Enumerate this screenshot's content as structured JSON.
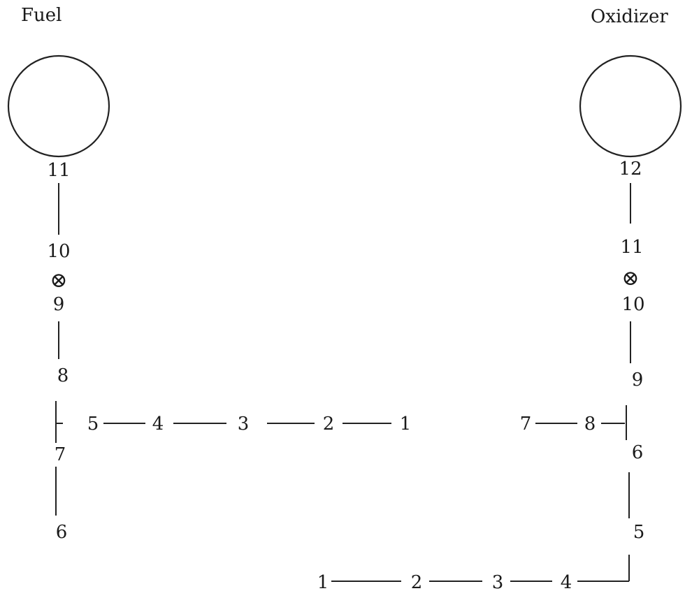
{
  "titles": {
    "fuel": "Fuel",
    "oxidizer": "Oxidizer"
  },
  "fuel_nodes": {
    "n1": "1",
    "n2": "2",
    "n3": "3",
    "n4": "4",
    "n5": "5",
    "n6": "6",
    "n7": "7",
    "n8": "8",
    "n9": "9",
    "n10": "10",
    "n11": "11"
  },
  "oxidizer_nodes": {
    "n1": "1",
    "n2": "2",
    "n3": "3",
    "n4": "4",
    "n5": "5",
    "n6": "6",
    "n7": "7",
    "n8": "8",
    "n9": "9",
    "n10": "10",
    "n11": "11",
    "n12": "12"
  },
  "valve_symbol": "⊗",
  "icons": [
    "fuel-tank-icon",
    "oxidizer-tank-icon",
    "valve-icon"
  ]
}
